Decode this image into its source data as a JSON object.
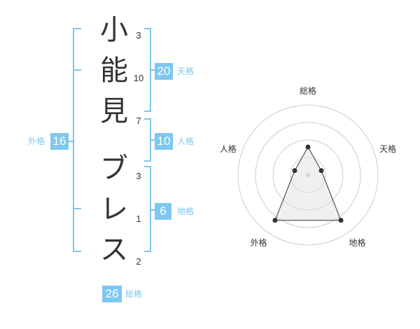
{
  "name": {
    "characters": [
      "小",
      "能",
      "見",
      "ブ",
      "レ",
      "ス"
    ],
    "strokes": [
      "3",
      "10",
      "7",
      "3",
      "1",
      "2"
    ]
  },
  "fortune": {
    "tenkaku": {
      "value": "20",
      "label": "天格"
    },
    "jinkaku": {
      "value": "10",
      "label": "人格"
    },
    "chikaku": {
      "value": "6",
      "label": "地格"
    },
    "gaikaku": {
      "value": "16",
      "label": "外格"
    },
    "soukaku": {
      "value": "26",
      "label": "総格"
    }
  },
  "radar": {
    "axes": [
      {
        "label": "総格",
        "level": 0.4
      },
      {
        "label": "天格",
        "level": 0.2
      },
      {
        "label": "地格",
        "level": 0.8
      },
      {
        "label": "外格",
        "level": 0.8
      },
      {
        "label": "人格",
        "level": 0.2
      }
    ],
    "rings": 4
  },
  "colors": {
    "accent": "#7dc8f0",
    "text": "#333333",
    "grid": "#cccccc"
  }
}
